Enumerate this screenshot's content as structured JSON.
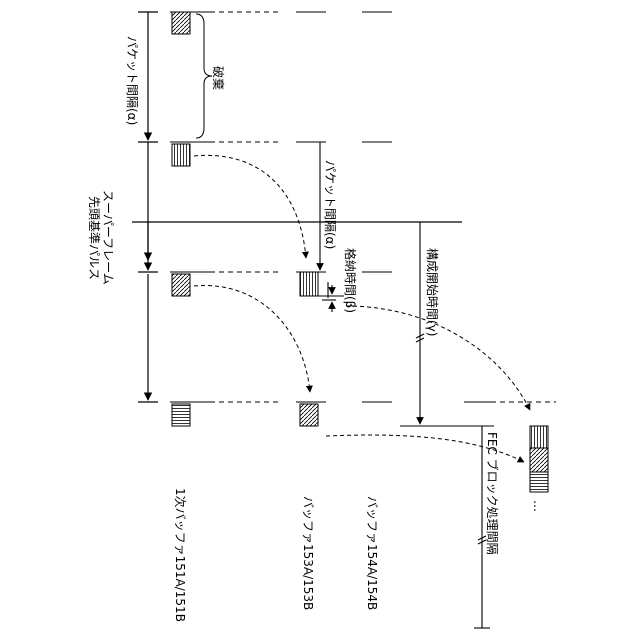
{
  "labels": {
    "discard": "破棄",
    "packet_interval_left": "パケット間隔(α)",
    "superframe_pulse_line1": "スーパーフレーム",
    "superframe_pulse_line2": "先頭基準パルス",
    "packet_interval_mid": "パケット間隔(α)",
    "storage_time": "格納時間(β)",
    "compose_start_time": "構成開始時間(γ)",
    "fec_interval": "FEC ブロック処理間隔",
    "primary_buffer": "1次バッファ151A/151B",
    "buffer_153": "バッファ153A/153B",
    "buffer_154": "バッファ154A/154B",
    "ellipsis": "…"
  },
  "colors": {
    "ink": "#000000",
    "background": "#ffffff"
  }
}
